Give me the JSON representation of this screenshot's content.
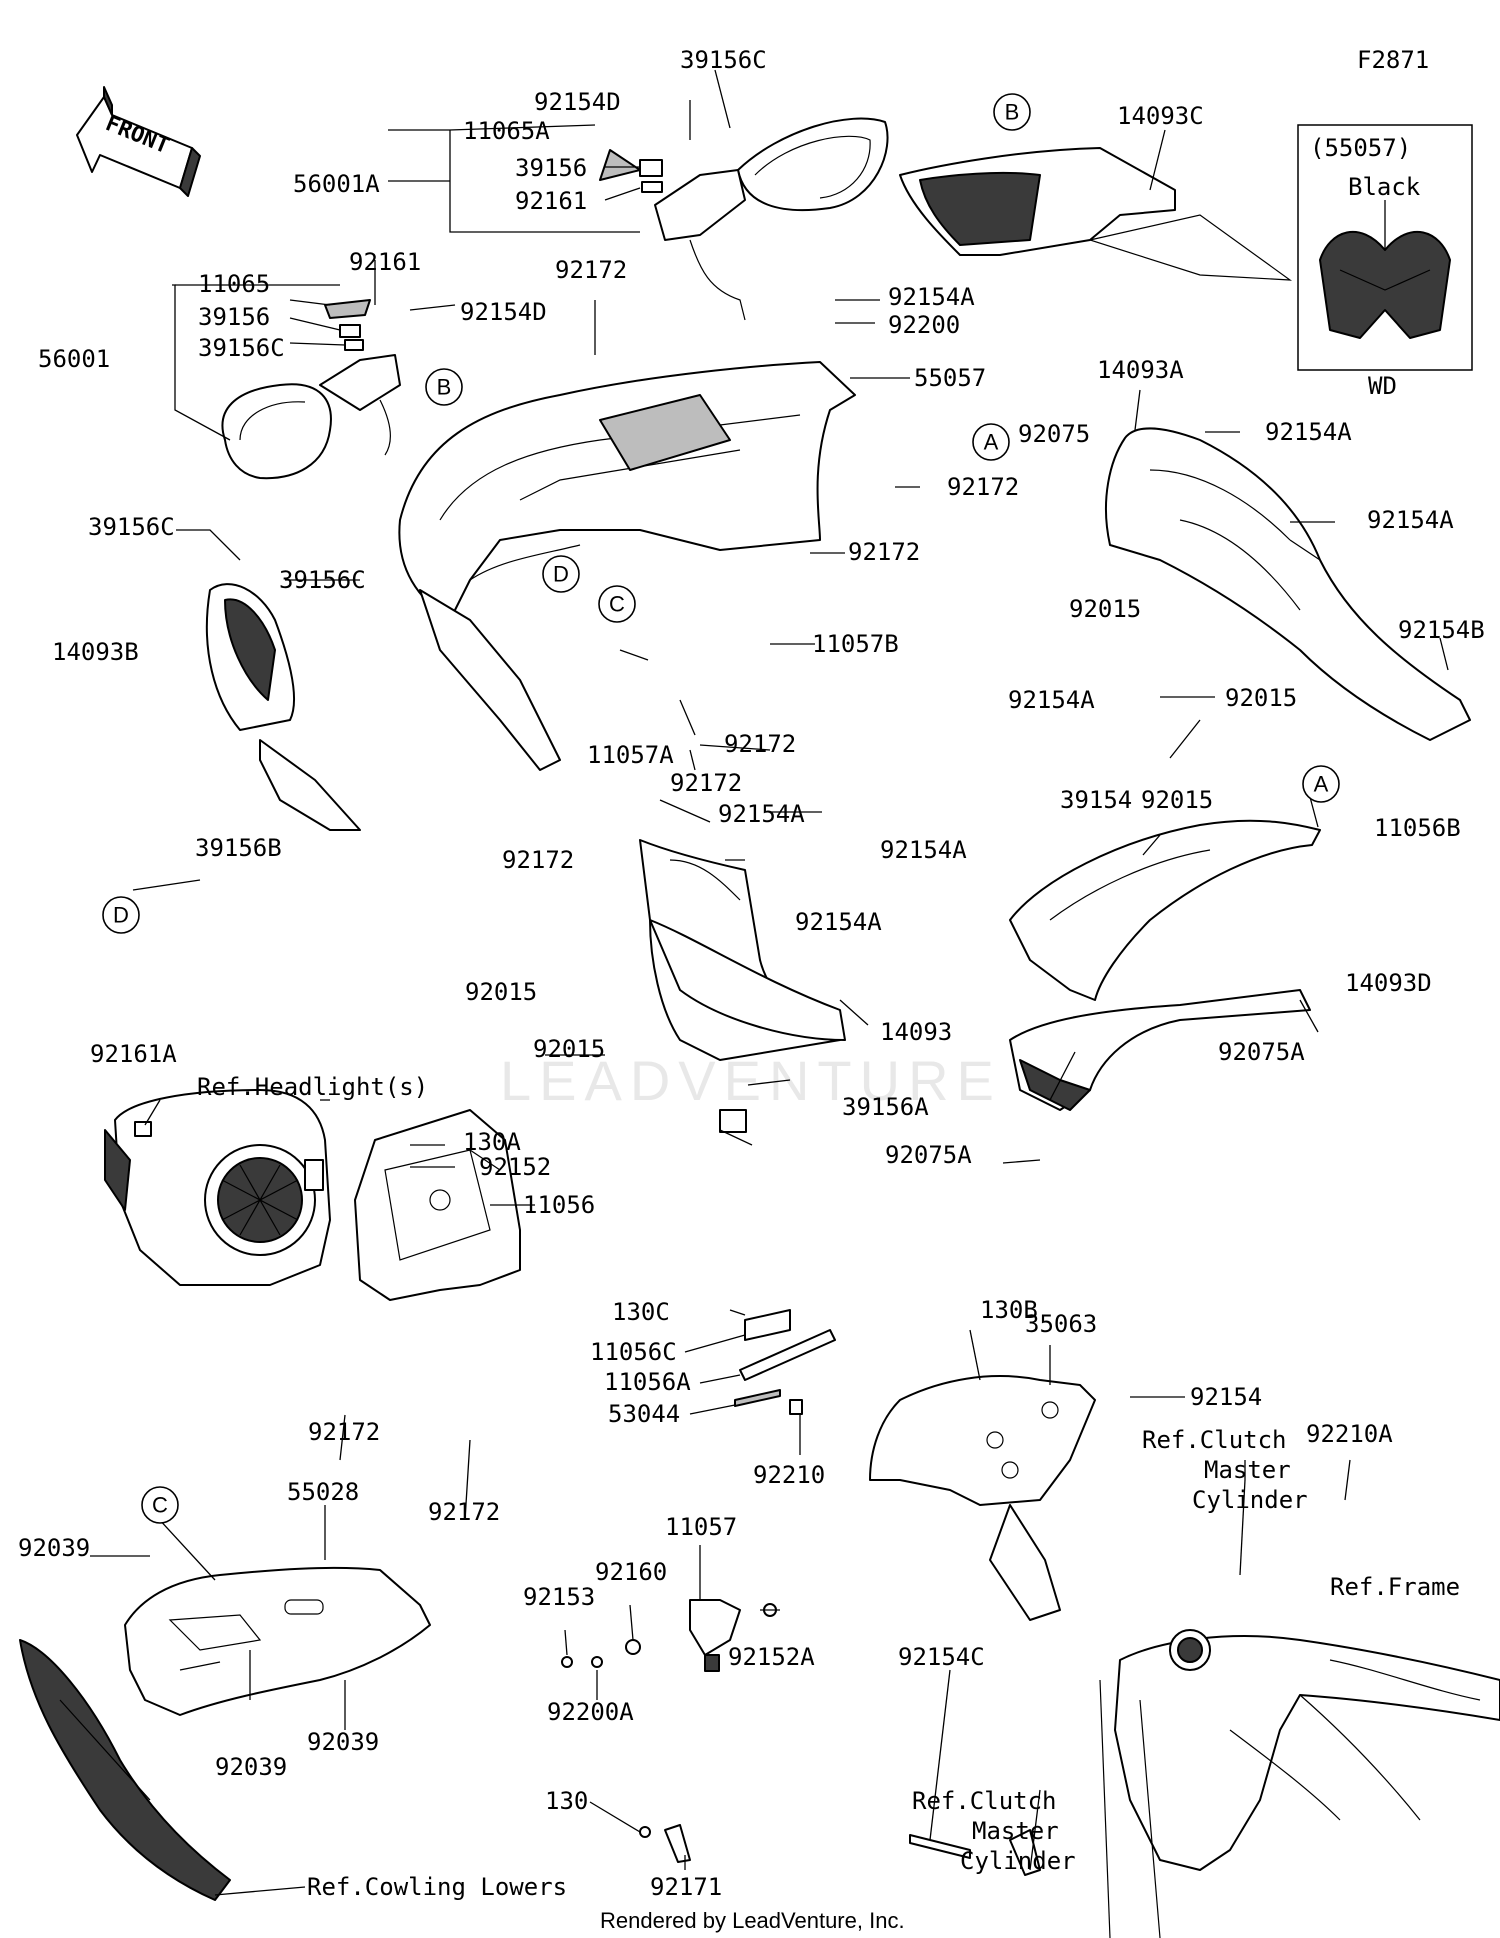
{
  "figure_code": "F2871",
  "front_arrow": "FRONT",
  "footer": "Rendered by LeadVenture, Inc.",
  "watermark": "LEADVENTURE",
  "inset": {
    "part": "(55057)",
    "color": "Black",
    "code": "WD"
  },
  "callouts": [
    "B",
    "B",
    "A",
    "A",
    "C",
    "C",
    "D",
    "D"
  ],
  "refs": {
    "headlight": "Ref.Headlight(s)",
    "clutch_line1": "Ref.Clutch",
    "clutch_line2": "Master",
    "clutch_line3": "Cylinder",
    "frame": "Ref.Frame",
    "cowling_lowers": "Ref.Cowling Lowers"
  },
  "labels": {
    "p39156C_top": "39156C",
    "p92154D_top": "92154D",
    "p11065A": "11065A",
    "p56001A": "56001A",
    "p39156_top": "39156",
    "p92161_top": "92161",
    "p14093C": "14093C",
    "p11065": "11065",
    "p92161_left": "92161",
    "p39156_left": "39156",
    "p39156C_left": "39156C",
    "p92154D_left": "92154D",
    "p56001": "56001",
    "p92172_a": "92172",
    "p92154A_a": "92154A",
    "p92200": "92200",
    "p55057": "55057",
    "p14093A": "14093A",
    "p92075": "92075",
    "p92154A_b": "92154A",
    "p92172_b": "92172",
    "p92154A_c": "92154A",
    "p39156C_mid": "39156C",
    "p92172_c": "92172",
    "p92015_a": "92015",
    "p39156C_low": "39156C",
    "p14093B": "14093B",
    "p11057B": "11057B",
    "p92154B": "92154B",
    "p92154A_d": "92154A",
    "p92015_b": "92015",
    "p11057A": "11057A",
    "p92172_d": "92172",
    "p92172_e": "92172",
    "p92015_c": "92015",
    "p39154": "39154",
    "p11056B": "11056B",
    "p39156B": "39156B",
    "p92154A_e": "92154A",
    "p92154A_f": "92154A",
    "p92172_f": "92172",
    "p92154A_g": "92154A",
    "p92015_d": "92015",
    "p14093D": "14093D",
    "p14093": "14093",
    "p92015_e": "92015",
    "p92075A_a": "92075A",
    "p92161A": "92161A",
    "p39156A": "39156A",
    "p92075A_b": "92075A",
    "p130A": "130A",
    "p92152": "92152",
    "p11056": "11056",
    "p130C": "130C",
    "p130B": "130B",
    "p35063": "35063",
    "p11056C": "11056C",
    "p11056A": "11056A",
    "p92154": "92154",
    "p53044": "53044",
    "p92172_g": "92172",
    "p92210": "92210",
    "p92210A": "92210A",
    "p92172_h": "92172",
    "p55028": "55028",
    "p11057": "11057",
    "p92039_a": "92039",
    "p92160": "92160",
    "p92153": "92153",
    "p92152A": "92152A",
    "p92154C": "92154C",
    "p92039_b": "92039",
    "p92039_c": "92039",
    "p92200A": "92200A",
    "p130": "130",
    "p92171": "92171"
  }
}
